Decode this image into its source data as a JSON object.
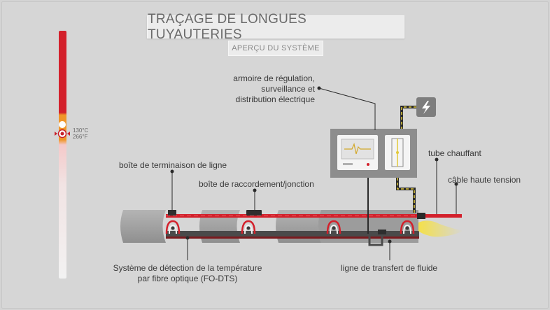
{
  "header": {
    "title": "TRAÇAGE DE LONGUES TUYAUTERIES",
    "subtitle": "APERÇU DU SYSTÈME"
  },
  "thermometer": {
    "celsius": "130°C",
    "fahrenheit": "266°F"
  },
  "labels": {
    "cabinet_line1": "armoire de régulation,",
    "cabinet_line2": "surveillance et",
    "cabinet_line3": "distribution électrique",
    "end_box": "boîte de terminaison de ligne",
    "junction_box": "boîte de raccordement/jonction",
    "heating_tube": "tube chauffant",
    "hv_cable": "câble haute tension",
    "fodts_line1": "Système de détection de la température",
    "fodts_line2": "par fibre optique (FO-DTS)",
    "transfer_line": "ligne de transfert de fluide"
  },
  "colors": {
    "heat_red": "#d3202b",
    "warm_orange": "#f0962a",
    "flame_yellow": "#f4e04a",
    "pipe_grey": "#a6a6a6",
    "cabinet_grey": "#8d8d8d",
    "power_yellow": "#e2c93a"
  },
  "icons": {
    "power": "lightning-bolt-icon"
  }
}
